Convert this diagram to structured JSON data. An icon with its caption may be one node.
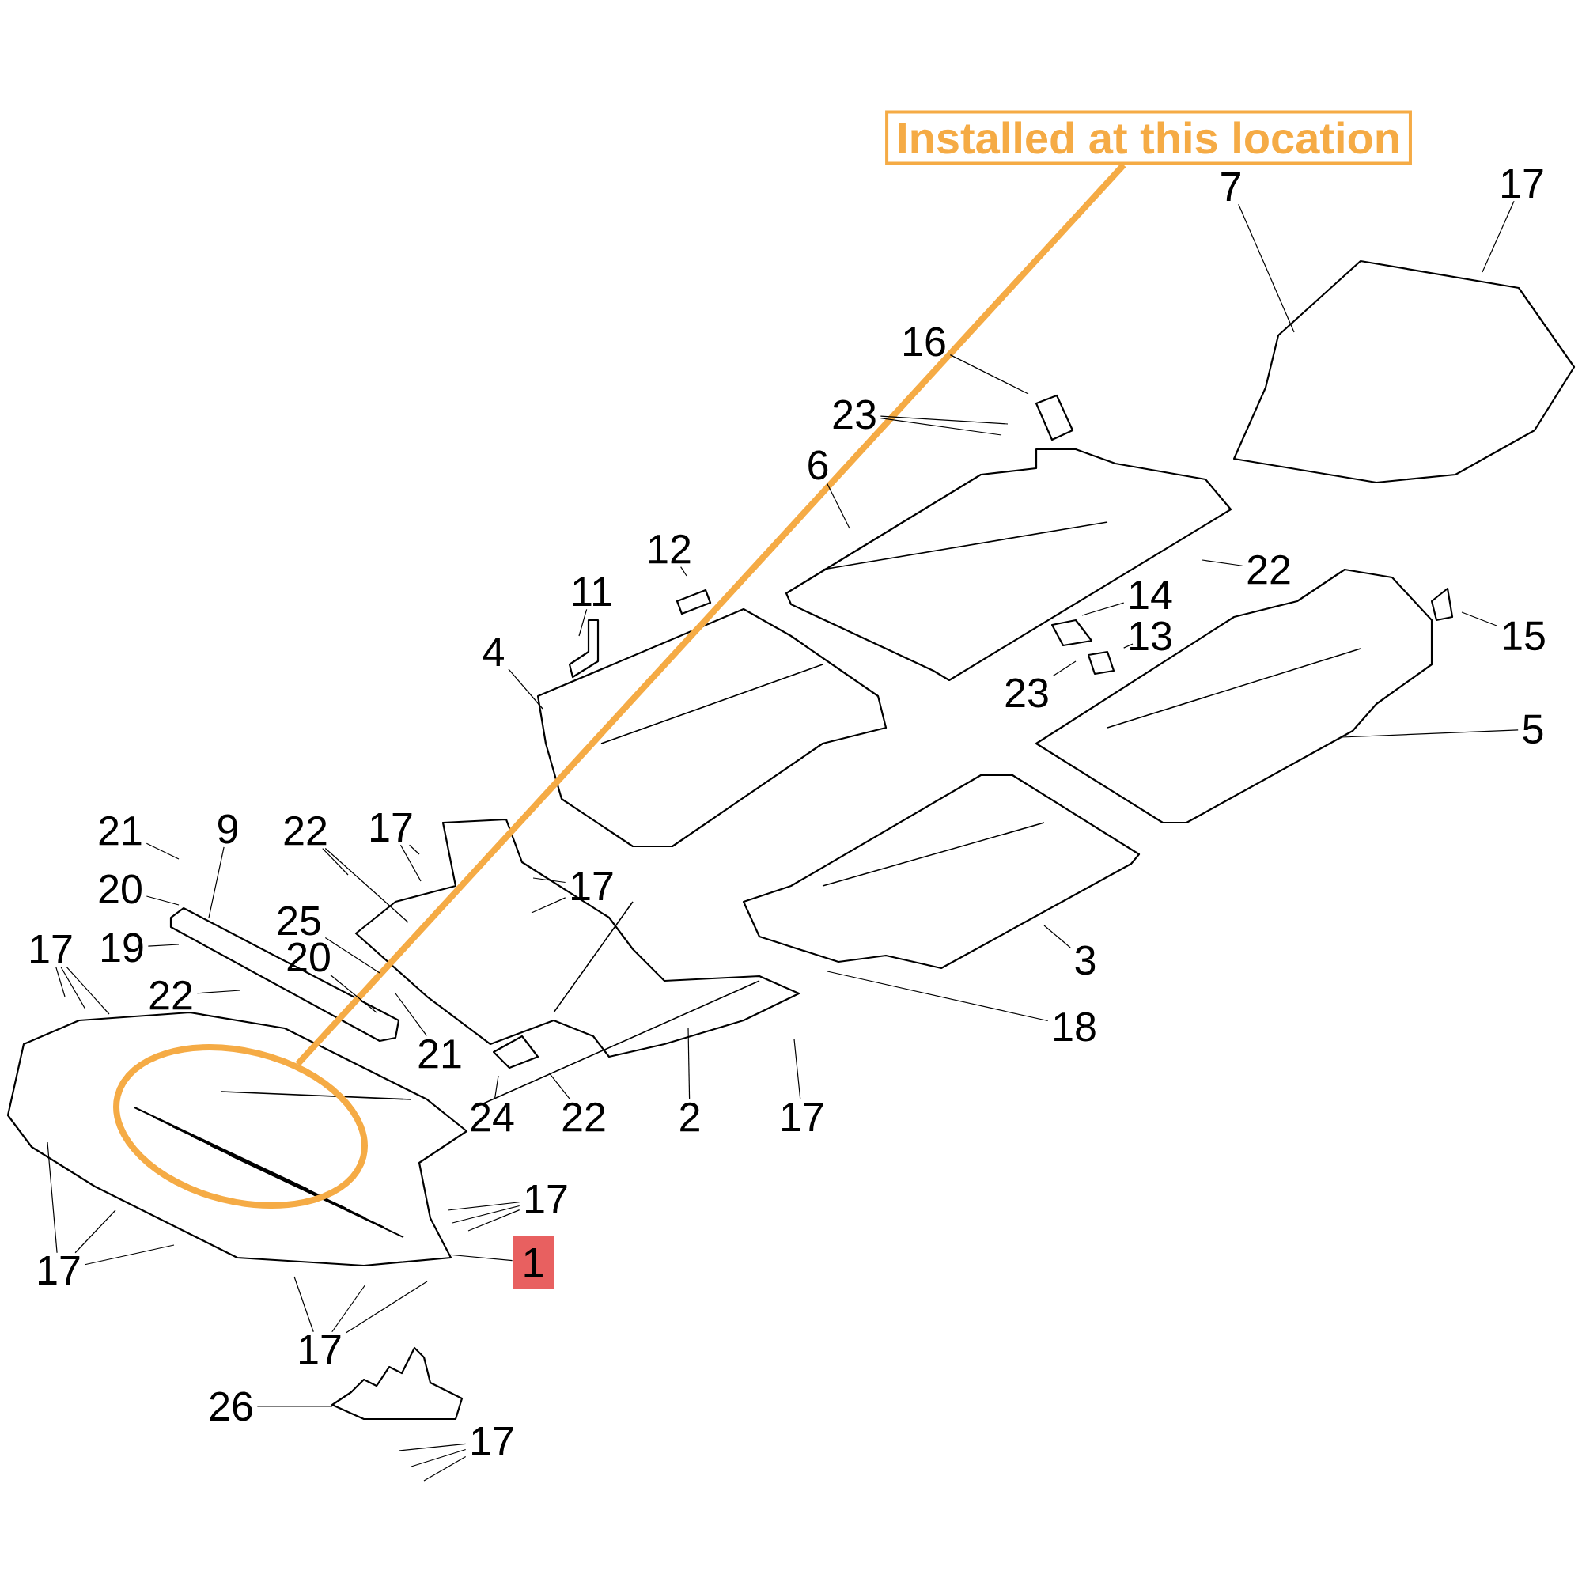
{
  "diagram": {
    "nodes": [
      {
        "text": [
          "Installed at this location"
        ]
      },
      {
        "text": [],
        "shape": "ellipse"
      },
      {
        "text": [
          "7"
        ]
      },
      {
        "text": [
          "17"
        ]
      },
      {
        "text": [
          "16"
        ]
      },
      {
        "text": [
          "23"
        ]
      },
      {
        "text": [
          "6"
        ]
      },
      {
        "text": [
          "12"
        ]
      },
      {
        "text": [
          "22"
        ]
      },
      {
        "text": [
          "11"
        ]
      },
      {
        "text": [
          "14"
        ]
      },
      {
        "text": [
          "15"
        ]
      },
      {
        "text": [
          "13"
        ]
      },
      {
        "text": [
          "4"
        ]
      },
      {
        "text": [
          "23"
        ]
      },
      {
        "text": [
          "5"
        ]
      },
      {
        "text": [
          "21"
        ]
      },
      {
        "text": [
          "9"
        ]
      },
      {
        "text": [
          "22"
        ]
      },
      {
        "text": [
          "17"
        ]
      },
      {
        "text": [
          "17"
        ]
      },
      {
        "text": [
          "20"
        ]
      },
      {
        "text": [
          "25"
        ]
      },
      {
        "text": [
          "19"
        ]
      },
      {
        "text": [
          "17"
        ]
      },
      {
        "text": [
          "20"
        ]
      },
      {
        "text": [
          "3"
        ]
      },
      {
        "text": [
          "22"
        ]
      },
      {
        "text": [
          "18"
        ]
      },
      {
        "text": [
          "21"
        ]
      },
      {
        "text": [
          "24"
        ]
      },
      {
        "text": [
          "22"
        ]
      },
      {
        "text": [
          "2"
        ]
      },
      {
        "text": [
          "17"
        ]
      },
      {
        "text": [
          "17"
        ]
      },
      {
        "text": [
          "1"
        ]
      },
      {
        "text": [
          "17"
        ]
      },
      {
        "text": [
          "17"
        ]
      },
      {
        "text": [
          "26"
        ]
      },
      {
        "text": [
          "17"
        ]
      }
    ],
    "edges": [
      {
        "from": 0,
        "to": 1,
        "arrow": "none",
        "style": "thick",
        "color": "#f5ab45"
      },
      {
        "from": 2,
        "to": null,
        "arrow": "none"
      },
      {
        "from": 3,
        "to": null,
        "arrow": "none"
      },
      {
        "from": 4,
        "to": null,
        "arrow": "none"
      },
      {
        "from": 5,
        "to": null,
        "arrow": "none"
      },
      {
        "from": 5,
        "to": null,
        "arrow": "none"
      },
      {
        "from": 6,
        "to": null,
        "arrow": "none"
      },
      {
        "from": 7,
        "to": null,
        "arrow": "none"
      },
      {
        "from": 8,
        "to": null,
        "arrow": "none"
      },
      {
        "from": 9,
        "to": null,
        "arrow": "none"
      },
      {
        "from": 10,
        "to": null,
        "arrow": "none"
      },
      {
        "from": 11,
        "to": null,
        "arrow": "none"
      },
      {
        "from": 12,
        "to": null,
        "arrow": "none"
      },
      {
        "from": 13,
        "to": null,
        "arrow": "none"
      },
      {
        "from": 14,
        "to": null,
        "arrow": "none"
      },
      {
        "from": 15,
        "to": null,
        "arrow": "none"
      },
      {
        "from": 16,
        "to": null,
        "arrow": "none"
      },
      {
        "from": 17,
        "to": null,
        "arrow": "none"
      },
      {
        "from": 18,
        "to": null,
        "arrow": "none"
      },
      {
        "from": 18,
        "to": null,
        "arrow": "none"
      },
      {
        "from": 19,
        "to": null,
        "arrow": "none"
      },
      {
        "from": 19,
        "to": null,
        "arrow": "none"
      },
      {
        "from": 20,
        "to": null,
        "arrow": "none"
      },
      {
        "from": 20,
        "to": null,
        "arrow": "none"
      },
      {
        "from": 21,
        "to": null,
        "arrow": "none"
      },
      {
        "from": 22,
        "to": null,
        "arrow": "none"
      },
      {
        "from": 23,
        "to": null,
        "arrow": "none"
      },
      {
        "from": 24,
        "to": null,
        "arrow": "none"
      },
      {
        "from": 24,
        "to": null,
        "arrow": "none"
      },
      {
        "from": 24,
        "to": null,
        "arrow": "none"
      },
      {
        "from": 25,
        "to": null,
        "arrow": "none"
      },
      {
        "from": 26,
        "to": null,
        "arrow": "none"
      },
      {
        "from": 27,
        "to": null,
        "arrow": "none"
      },
      {
        "from": 28,
        "to": null,
        "arrow": "none"
      },
      {
        "from": 29,
        "to": null,
        "arrow": "none"
      },
      {
        "from": 30,
        "to": null,
        "arrow": "none"
      },
      {
        "from": 31,
        "to": null,
        "arrow": "none"
      },
      {
        "from": 32,
        "to": null,
        "arrow": "none"
      },
      {
        "from": 33,
        "to": null,
        "arrow": "none"
      },
      {
        "from": 34,
        "to": null,
        "arrow": "none"
      },
      {
        "from": 34,
        "to": null,
        "arrow": "none"
      },
      {
        "from": 34,
        "to": null,
        "arrow": "none"
      },
      {
        "from": 35,
        "to": null,
        "arrow": "none"
      },
      {
        "from": 36,
        "to": null,
        "arrow": "none"
      },
      {
        "from": 36,
        "to": null,
        "arrow": "none"
      },
      {
        "from": 36,
        "to": null,
        "arrow": "none"
      },
      {
        "from": 37,
        "to": null,
        "arrow": "none"
      },
      {
        "from": 37,
        "to": null,
        "arrow": "none"
      },
      {
        "from": 37,
        "to": null,
        "arrow": "none"
      },
      {
        "from": 38,
        "to": null,
        "arrow": "none"
      },
      {
        "from": 39,
        "to": null,
        "arrow": "none"
      },
      {
        "from": 39,
        "to": null,
        "arrow": "none"
      },
      {
        "from": 39,
        "to": null,
        "arrow": "none"
      }
    ]
  }
}
